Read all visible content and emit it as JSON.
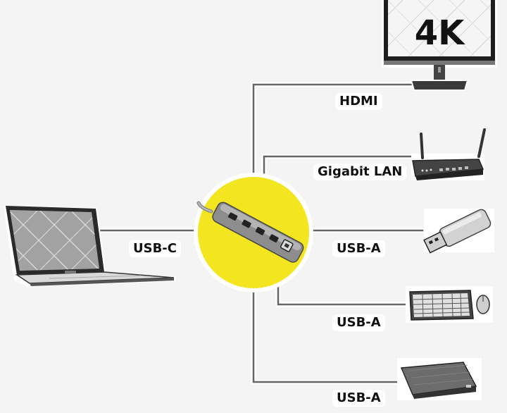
{
  "monitor": {
    "badge": "4K"
  },
  "connections": [
    {
      "label": "HDMI",
      "device": "monitor"
    },
    {
      "label": "Gigabit LAN",
      "device": "router"
    },
    {
      "label": "USB-A",
      "device": "usb-stick"
    },
    {
      "label": "USB-A",
      "device": "keyboard-mouse"
    },
    {
      "label": "USB-A",
      "device": "external-drive"
    }
  ],
  "source": {
    "label": "USB-C",
    "device": "laptop"
  },
  "colors": {
    "hub_circle": "#f3e520",
    "line": "#666666",
    "background": "#f4f4f4"
  }
}
